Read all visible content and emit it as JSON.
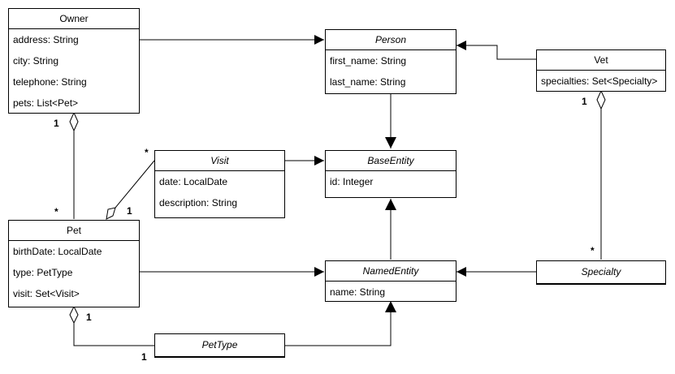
{
  "classes": {
    "owner": {
      "name": "Owner",
      "attrs": [
        "address: String",
        "city: String",
        "telephone: String",
        "pets: List<Pet>"
      ]
    },
    "person": {
      "name": "Person",
      "attrs": [
        "first_name: String",
        "last_name: String"
      ]
    },
    "vet": {
      "name": "Vet",
      "attrs": [
        "specialties: Set<Specialty>"
      ]
    },
    "visit": {
      "name": "Visit",
      "attrs": [
        "date: LocalDate",
        "description: String"
      ]
    },
    "baseentity": {
      "name": "BaseEntity",
      "attrs": [
        "id: Integer"
      ]
    },
    "pet": {
      "name": "Pet",
      "attrs": [
        "birthDate: LocalDate",
        "type: PetType",
        "visit: Set<Visit>"
      ]
    },
    "namedentity": {
      "name": "NamedEntity",
      "attrs": [
        "name: String"
      ]
    },
    "specialty": {
      "name": "Specialty",
      "attrs": []
    },
    "pettype": {
      "name": "PetType",
      "attrs": []
    }
  },
  "multiplicities": {
    "owner_pets_one": "1",
    "owner_pets_many": "*",
    "visit_many": "*",
    "pet_visit_one": "1",
    "vet_one": "1",
    "specialty_many": "*",
    "pet_type_one": "1",
    "pettype_one": "1"
  }
}
